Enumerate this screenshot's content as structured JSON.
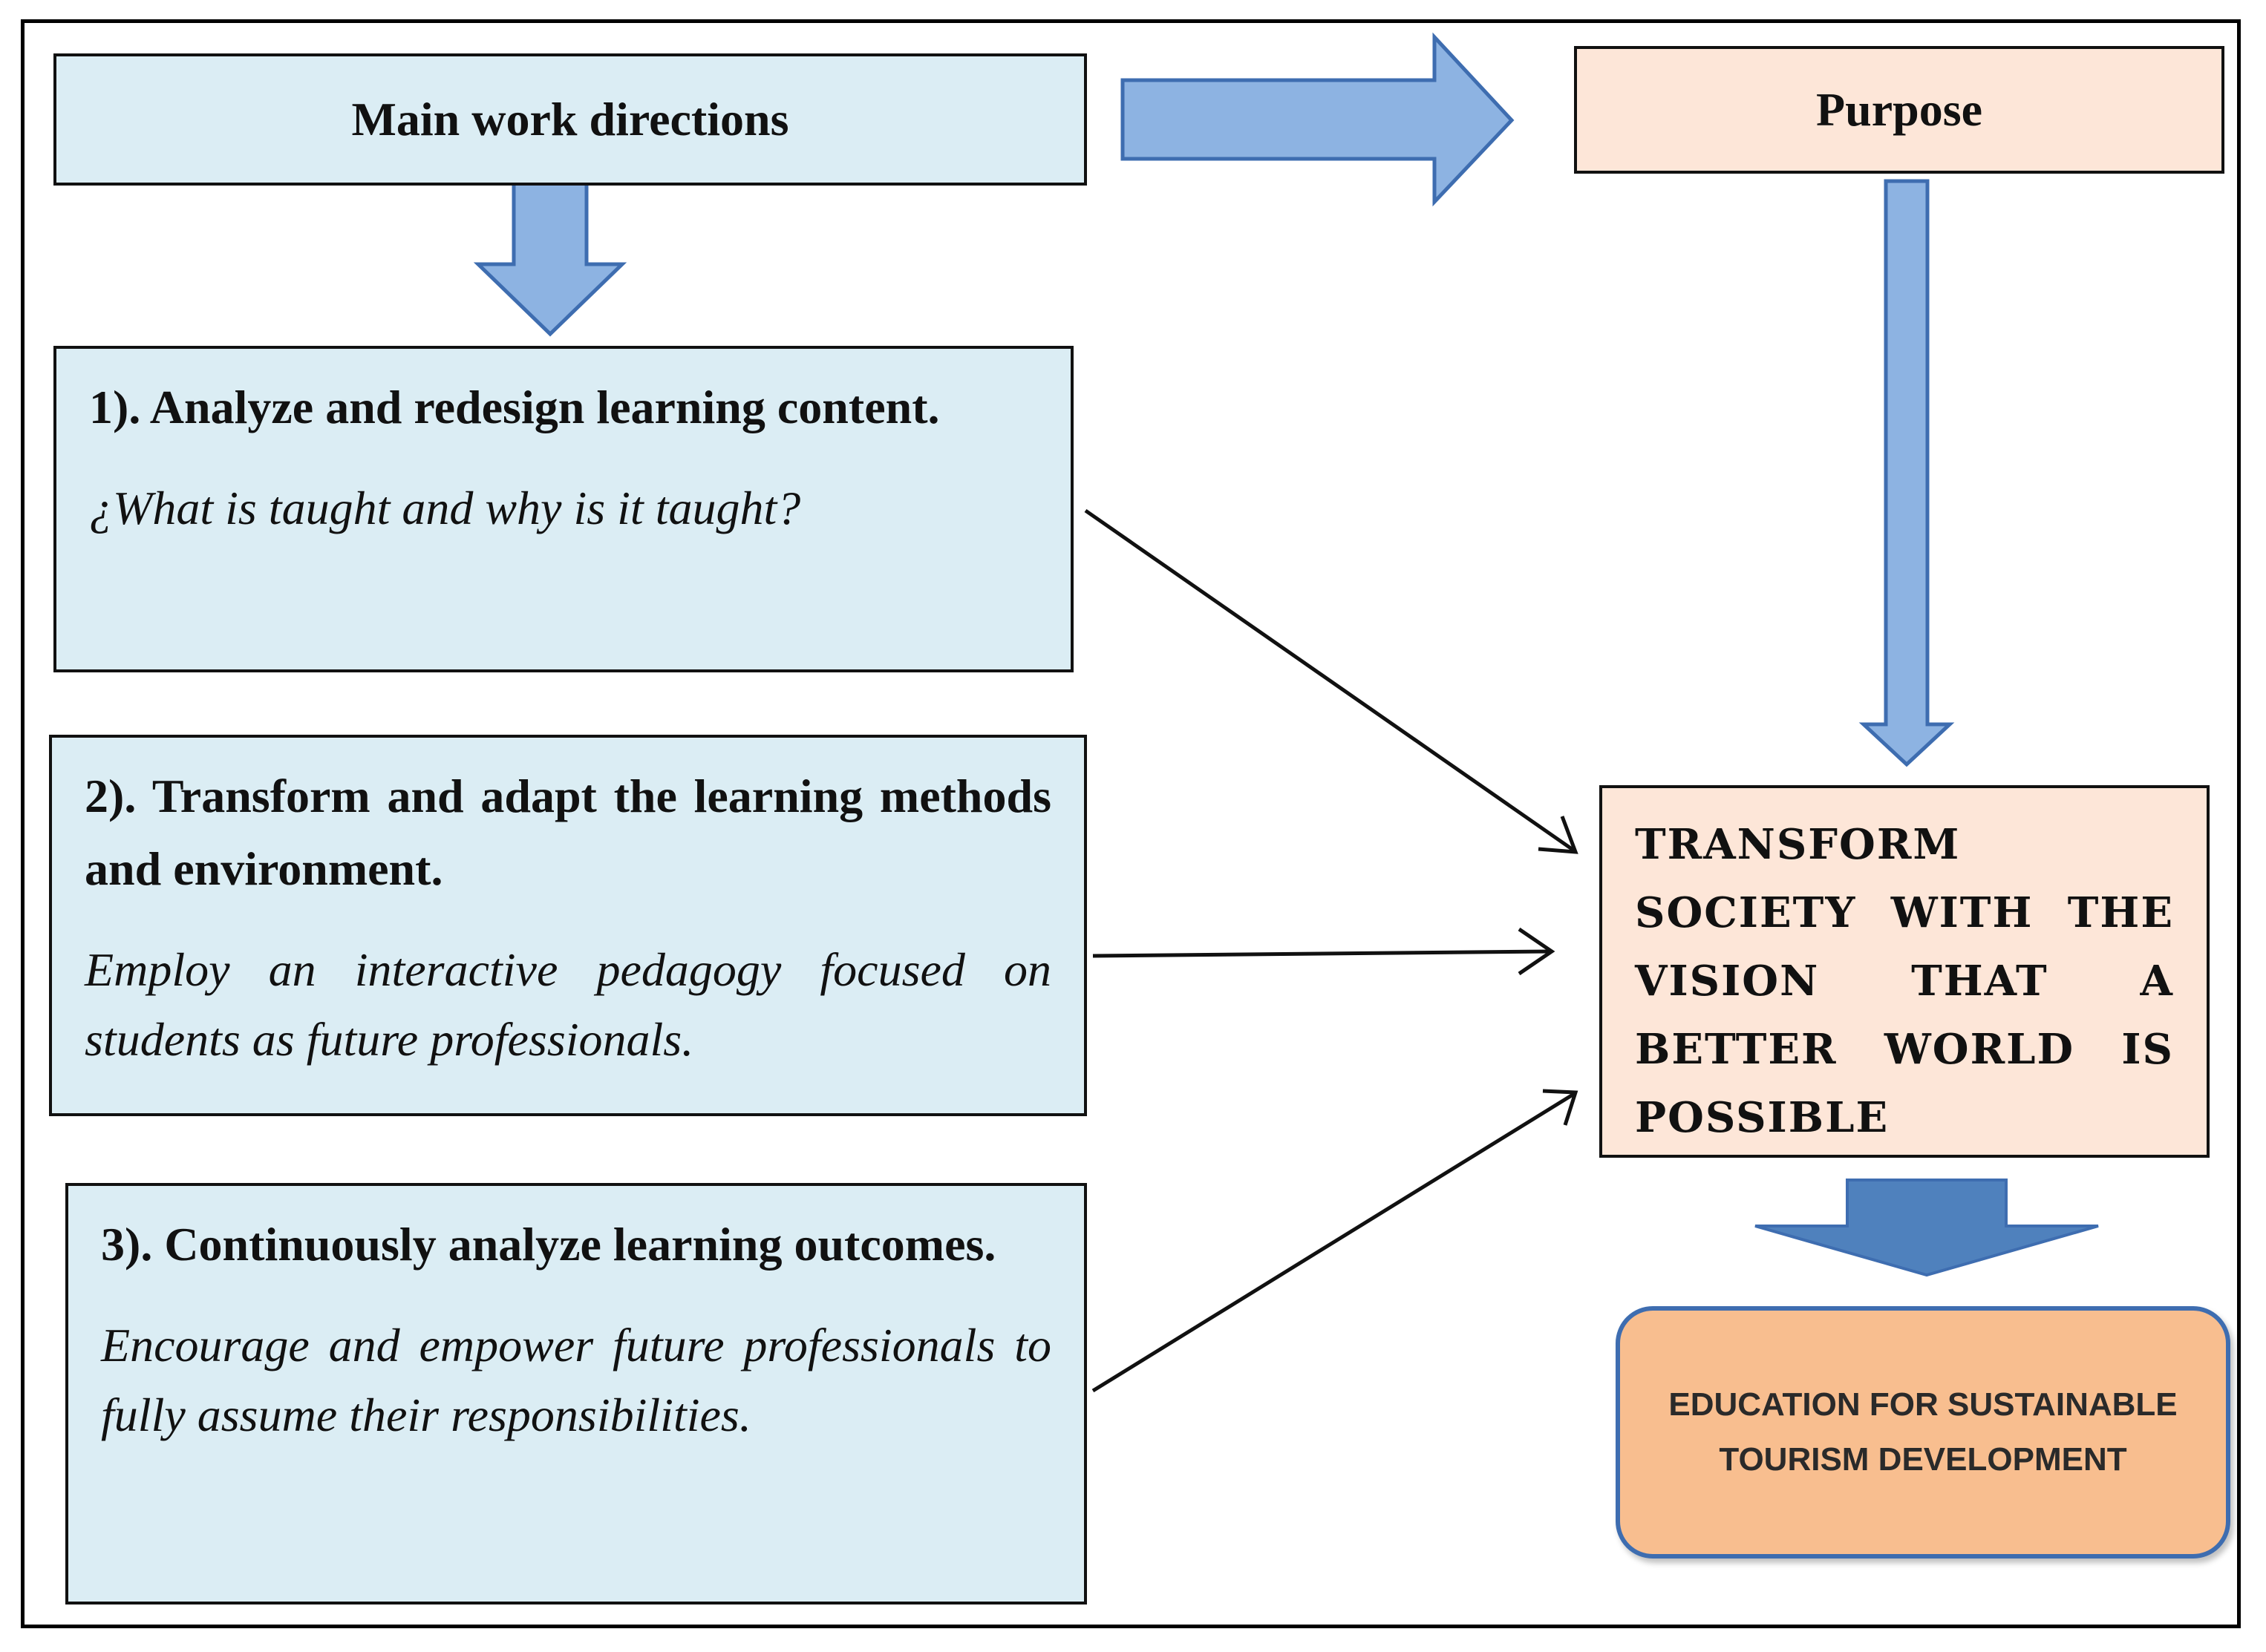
{
  "main_directions": {
    "label": "Main work directions"
  },
  "purpose": {
    "label": "Purpose"
  },
  "steps": [
    {
      "title": "1). Analyze and redesign learning content.",
      "subtitle": "¿What is taught and why is it taught?"
    },
    {
      "title": "2). Transform and adapt the learning methods and environment.",
      "subtitle": "Employ an interactive pedagogy focused on students as future professionals."
    },
    {
      "title": "3). Continuously analyze learning outcomes.",
      "subtitle": "Encourage and empower future professionals to fully assume their responsibilities."
    }
  ],
  "vision": {
    "label": "TRANSFORM SOCIETY WITH THE VISION THAT A BETTER WORLD IS POSSIBLE"
  },
  "goal": {
    "label": "EDUCATION FOR SUSTAINABLE TOURISM DEVELOPMENT"
  },
  "colors": {
    "box_blue": "#dbedf4",
    "box_peach": "#fde6d8",
    "goal_fill": "#f8be8f",
    "goal_border": "#3e6db0",
    "block_arrow_fill": "#8db3e2",
    "block_arrow_stroke": "#3e6db0"
  }
}
